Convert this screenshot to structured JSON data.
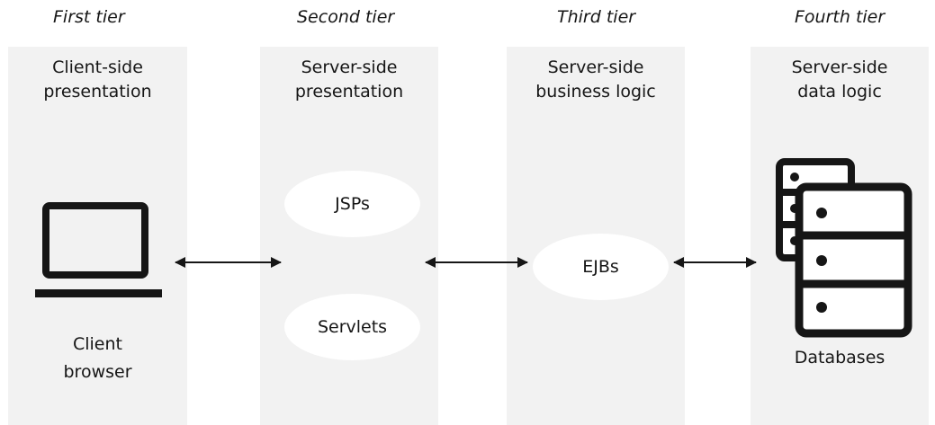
{
  "tiers": [
    {
      "label": "First tier",
      "title": "Client-side\npresentation",
      "caption": "Client\nbrowser",
      "icon": "laptop-icon"
    },
    {
      "label": "Second tier",
      "title": "Server-side\npresentation",
      "components": [
        "JSPs",
        "Servlets"
      ]
    },
    {
      "label": "Third tier",
      "title": "Server-side\nbusiness logic",
      "components": [
        "EJBs"
      ]
    },
    {
      "label": "Fourth tier",
      "title": "Server-side\ndata logic",
      "caption": "Databases",
      "icon": "database-servers-icon"
    }
  ],
  "colors": {
    "panel": "#f2f2f2",
    "stroke": "#161616",
    "oval": "#ffffff"
  }
}
